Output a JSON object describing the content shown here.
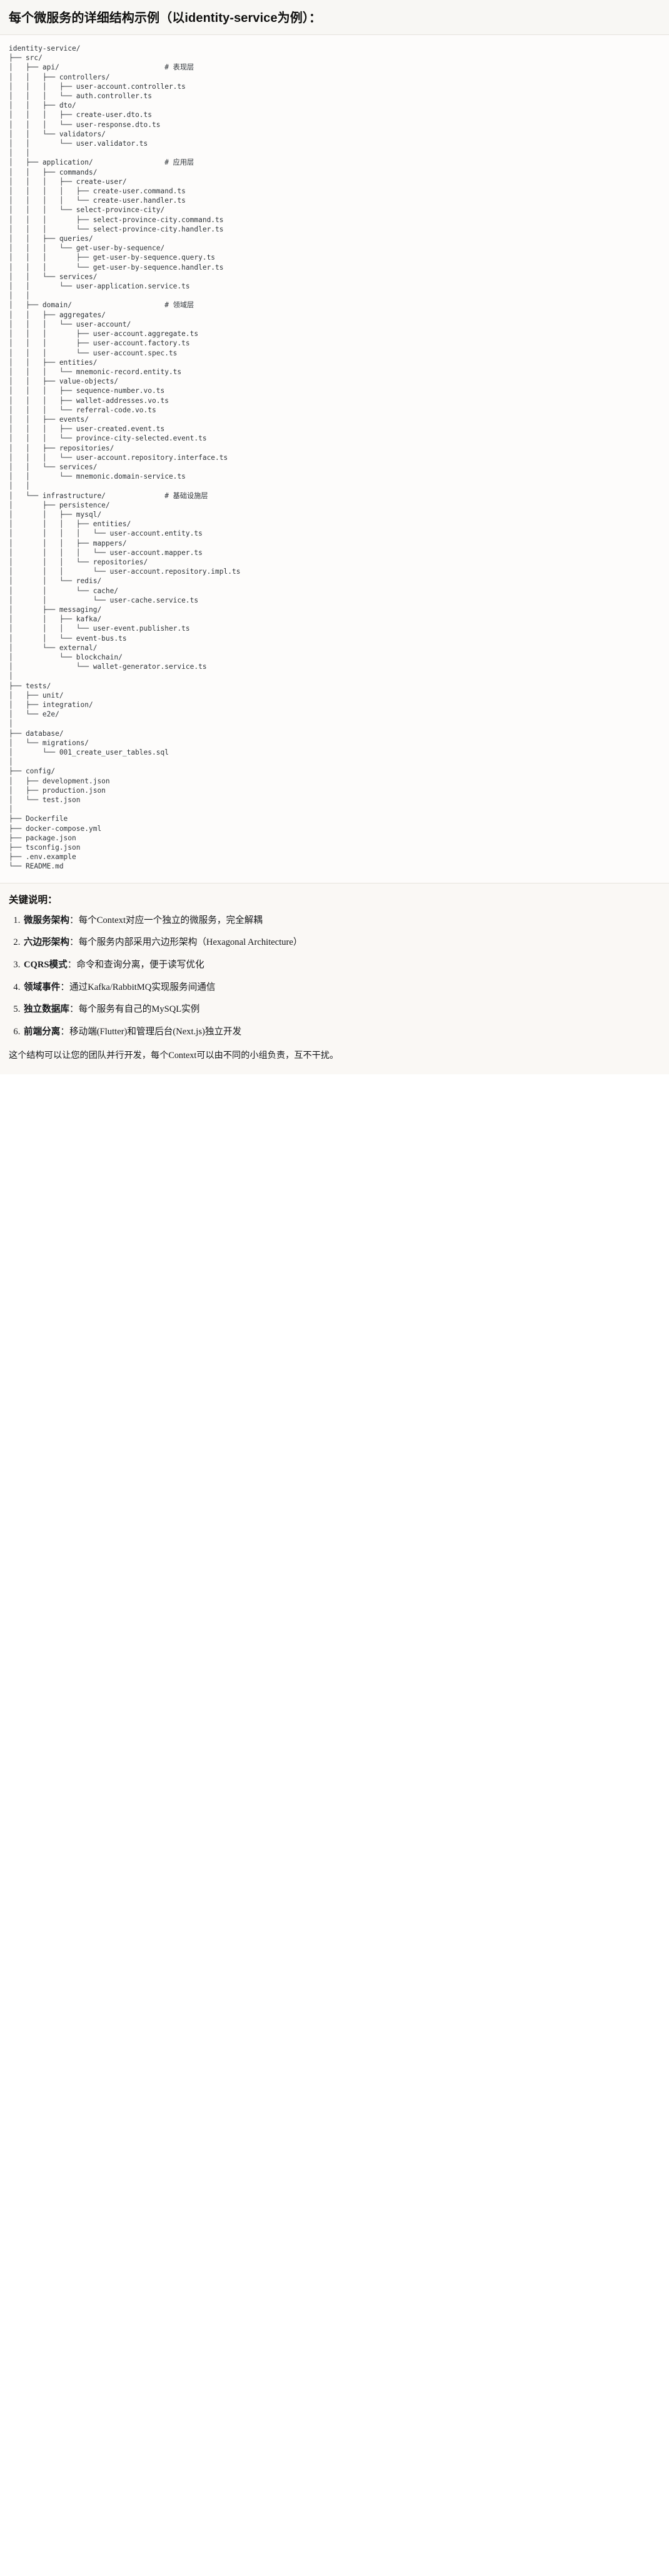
{
  "heading": {
    "text": "每个微服务的详细结构示例（以identity-service为例）："
  },
  "tree": {
    "root": "identity-service/",
    "text": "identity-service/\n├── src/\n│   ├── api/                         # 表现层\n│   │   ├── controllers/\n│   │   │   ├── user-account.controller.ts\n│   │   │   └── auth.controller.ts\n│   │   ├── dto/\n│   │   │   ├── create-user.dto.ts\n│   │   │   └── user-response.dto.ts\n│   │   └── validators/\n│   │       └── user.validator.ts\n│   │\n│   ├── application/                 # 应用层\n│   │   ├── commands/\n│   │   │   ├── create-user/\n│   │   │   │   ├── create-user.command.ts\n│   │   │   │   └── create-user.handler.ts\n│   │   │   └── select-province-city/\n│   │   │       ├── select-province-city.command.ts\n│   │   │       └── select-province-city.handler.ts\n│   │   ├── queries/\n│   │   │   └── get-user-by-sequence/\n│   │   │       ├── get-user-by-sequence.query.ts\n│   │   │       └── get-user-by-sequence.handler.ts\n│   │   └── services/\n│   │       └── user-application.service.ts\n│   │\n│   ├── domain/                      # 领域层\n│   │   ├── aggregates/\n│   │   │   └── user-account/\n│   │   │       ├── user-account.aggregate.ts\n│   │   │       ├── user-account.factory.ts\n│   │   │       └── user-account.spec.ts\n│   │   ├── entities/\n│   │   │   └── mnemonic-record.entity.ts\n│   │   ├── value-objects/\n│   │   │   ├── sequence-number.vo.ts\n│   │   │   ├── wallet-addresses.vo.ts\n│   │   │   └── referral-code.vo.ts\n│   │   ├── events/\n│   │   │   ├── user-created.event.ts\n│   │   │   └── province-city-selected.event.ts\n│   │   ├── repositories/\n│   │   │   └── user-account.repository.interface.ts\n│   │   └── services/\n│   │       └── mnemonic.domain-service.ts\n│   │\n│   └── infrastructure/              # 基础设施层\n│       ├── persistence/\n│       │   ├── mysql/\n│       │   │   ├── entities/\n│       │   │   │   └── user-account.entity.ts\n│       │   │   ├── mappers/\n│       │   │   │   └── user-account.mapper.ts\n│       │   │   └── repositories/\n│       │   │       └── user-account.repository.impl.ts\n│       │   └── redis/\n│       │       └── cache/\n│       │           └── user-cache.service.ts\n│       ├── messaging/\n│       │   ├── kafka/\n│       │   │   └── user-event.publisher.ts\n│       │   └── event-bus.ts\n│       └── external/\n│           └── blockchain/\n│               └── wallet-generator.service.ts\n│\n├── tests/\n│   ├── unit/\n│   ├── integration/\n│   └── e2e/\n│\n├── database/\n│   └── migrations/\n│       └── 001_create_user_tables.sql\n│\n├── config/\n│   ├── development.json\n│   ├── production.json\n│   └── test.json\n│\n├── Dockerfile\n├── docker-compose.yml\n├── package.json\n├── tsconfig.json\n├── .env.example\n└── README.md",
    "comments": [
      {
        "label": "# 表现层",
        "for": "api/"
      },
      {
        "label": "# 应用层",
        "for": "application/"
      },
      {
        "label": "# 领域层",
        "for": "domain/"
      },
      {
        "label": "# 基础设施层",
        "for": "infrastructure/"
      }
    ]
  },
  "keys": {
    "title": "关键说明：",
    "items": [
      {
        "term": "微服务架构",
        "sep": "：",
        "desc": "每个Context对应一个独立的微服务，完全解耦"
      },
      {
        "term": "六边形架构",
        "sep": "：",
        "desc": "每个服务内部采用六边形架构（Hexagonal Architecture）"
      },
      {
        "term": "CQRS模式",
        "sep": "：",
        "desc": "命令和查询分离，便于读写优化"
      },
      {
        "term": "领域事件",
        "sep": "：",
        "desc": "通过Kafka/RabbitMQ实现服务间通信"
      },
      {
        "term": "独立数据库",
        "sep": "：",
        "desc": "每个服务有自己的MySQL实例"
      },
      {
        "term": "前端分离",
        "sep": "：",
        "desc": "移动端(Flutter)和管理后台(Next.js)独立开发"
      }
    ],
    "closing": "这个结构可以让您的团队并行开发，每个Context可以由不同的小组负责，互不干扰。"
  }
}
